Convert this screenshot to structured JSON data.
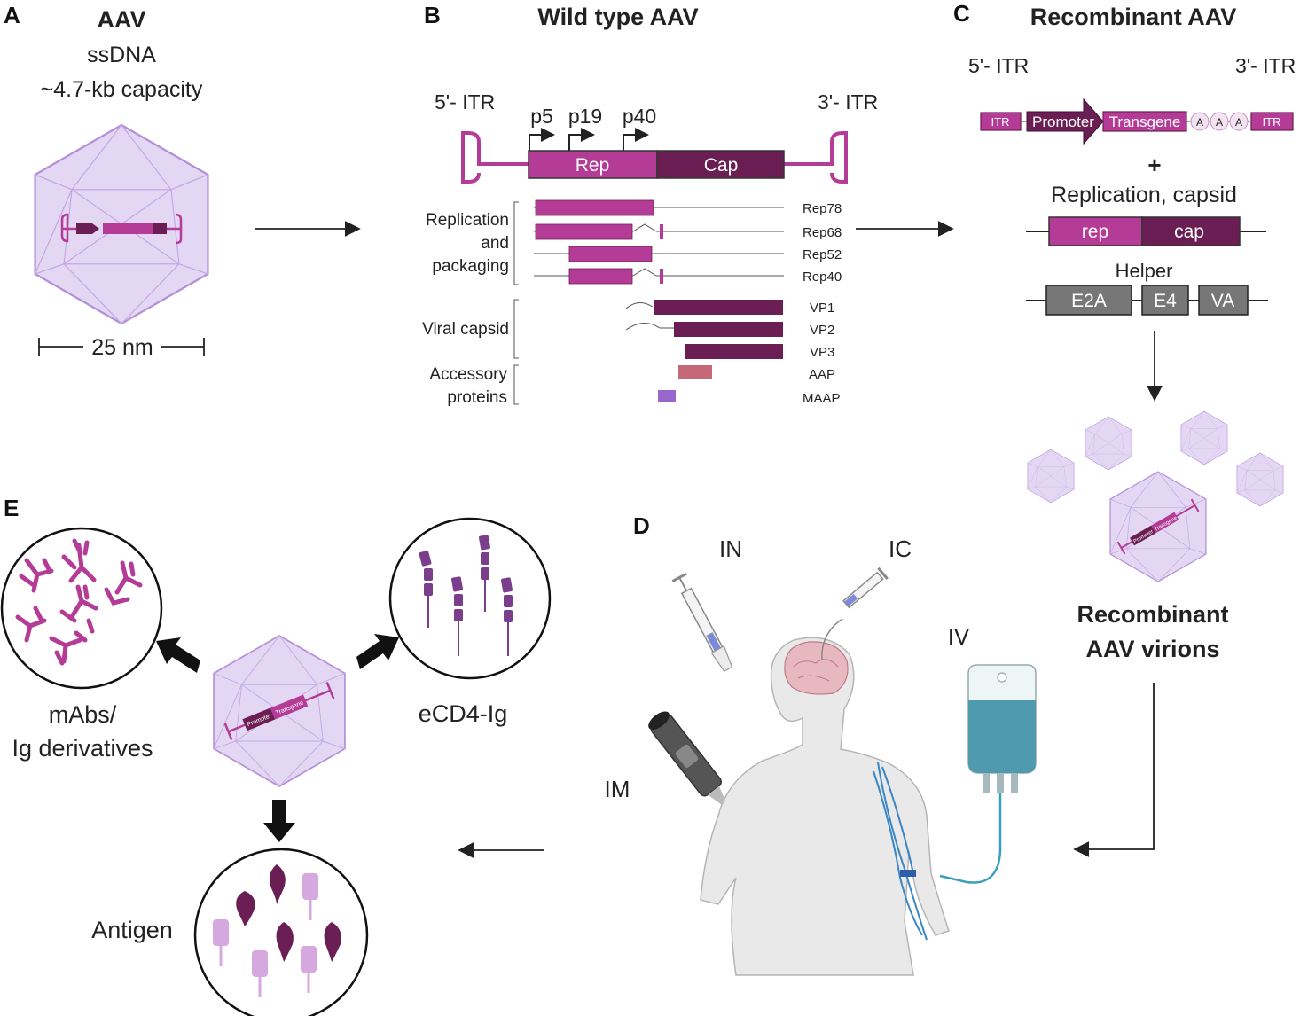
{
  "panel_letters": {
    "a": "A",
    "b": "B",
    "c": "C",
    "d": "D",
    "e": "E"
  },
  "panel_a": {
    "title": "AAV",
    "line1": "ssDNA",
    "line2": "~4.7-kb capacity",
    "scale": "25 nm"
  },
  "panel_b": {
    "title": "Wild type AAV",
    "itr5": "5'- ITR",
    "itr3": "3'- ITR",
    "promoters": [
      "p5",
      "p19",
      "p40"
    ],
    "genes": {
      "rep": "Rep",
      "cap": "Cap"
    },
    "groups": [
      {
        "line1": "Replication",
        "line2": "and",
        "line3": "packaging"
      },
      {
        "line1": "Viral capsid"
      },
      {
        "line1": "Accessory",
        "line2": "proteins"
      }
    ],
    "proteins": [
      "Rep78",
      "Rep68",
      "Rep52",
      "Rep40",
      "VP1",
      "VP2",
      "VP3",
      "AAP",
      "MAAP"
    ]
  },
  "panel_c": {
    "title": "Recombinant AAV",
    "itr5": "5'- ITR",
    "itr3": "3'- ITR",
    "cassette": {
      "itr": "ITR",
      "promoter": "Promoter",
      "transgene": "Transgene",
      "polya": "A"
    },
    "plus": "+",
    "rep_cap_title": "Replication, capsid",
    "rep": "rep",
    "cap": "cap",
    "helper_title": "Helper",
    "helper_genes": [
      "E2A",
      "E4",
      "VA"
    ],
    "virion_line1": "Recombinant",
    "virion_line2": "AAV virions",
    "mini_labels": {
      "promoter": "Promoter",
      "transgene": "Transgene"
    }
  },
  "panel_d": {
    "routes": {
      "in": "IN",
      "ic": "IC",
      "iv": "IV",
      "im": "IM"
    }
  },
  "panel_e": {
    "mabs_line1": "mAbs/",
    "mabs_line2": "Ig derivatives",
    "ecd4": "eCD4-Ig",
    "antigen": "Antigen",
    "mini_labels": {
      "promoter": "Promoter",
      "transgene": "Transgene"
    }
  },
  "colors": {
    "magenta": "#b43c96",
    "dark_purple": "#6b1e54",
    "capsid_fill": "#d8c6ee",
    "rose": "#c56878",
    "violet": "#9966cc",
    "helper_gray": "#777777"
  }
}
